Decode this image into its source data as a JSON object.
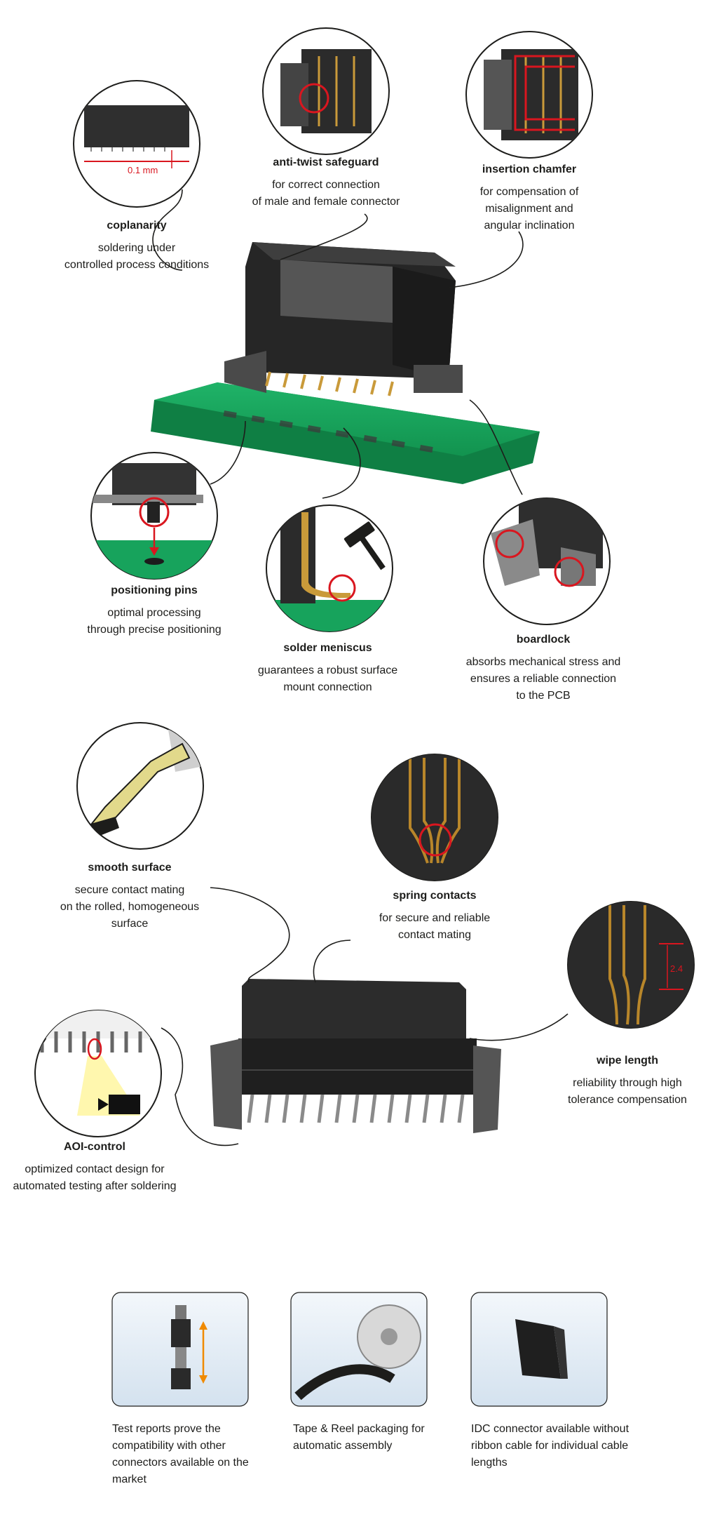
{
  "features_top": [
    {
      "title": "coplanarity",
      "desc": "soldering under\ncontrolled process conditions"
    },
    {
      "title": "anti-twist safeguard",
      "desc": "for correct connection\nof male and female connector"
    },
    {
      "title": "insertion chamfer",
      "desc": "for compensation of\nmisalignment and\nangular inclination"
    },
    {
      "title": "positioning pins",
      "desc": "optimal processing\nthrough precise positioning"
    },
    {
      "title": "solder meniscus",
      "desc": "guarantees a robust surface\nmount connection"
    },
    {
      "title": "boardlock",
      "desc": "absorbs mechanical stress and\nensures a reliable connection\nto the PCB"
    }
  ],
  "features_bottom": [
    {
      "title": "smooth surface",
      "desc": "secure contact mating\non the rolled, homogeneous\nsurface"
    },
    {
      "title": "spring contacts",
      "desc": "for secure and reliable\ncontact mating"
    },
    {
      "title": "wipe length",
      "desc": "reliability through high\ntolerance compensation"
    },
    {
      "title": "AOI-control",
      "desc": "optimized contact design for\nautomated testing after soldering"
    }
  ],
  "dimensions": {
    "coplanarity": "0.1 mm",
    "wipe": "2.4"
  },
  "cards": [
    {
      "caption": "Test reports prove the\ncompatibility with other\nconnectors available on the\nmarket"
    },
    {
      "caption": "Tape & Reel packaging for\nautomatic assembly"
    },
    {
      "caption": "IDC connector available without\nribbon cable for individual cable\nlengths"
    }
  ],
  "colors": {
    "highlight": "#d9161f",
    "pcb": "#17a35c",
    "contact": "#b8862a",
    "body": "#2a2a2a",
    "arrow": "#f08a00",
    "card_bg": "#e4edf6"
  }
}
